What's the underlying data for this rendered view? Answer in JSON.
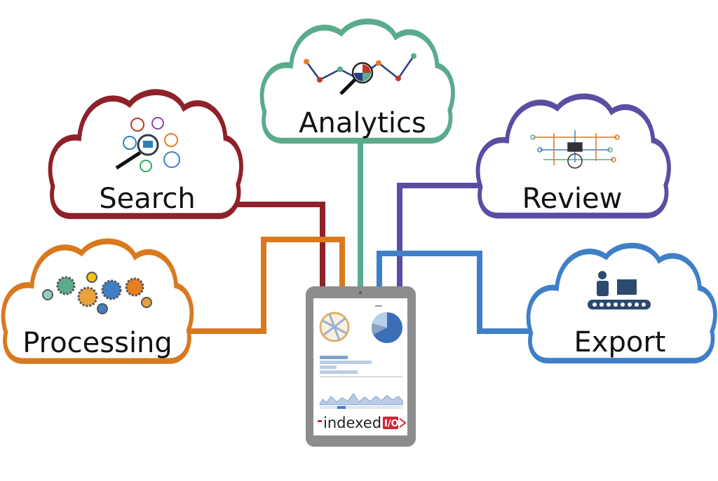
{
  "colors": {
    "search": "#8e2129",
    "analytics": "#5aab8c",
    "review": "#5a4ea3",
    "processing": "#d9791e",
    "export": "#3f7fc7",
    "tablet": "#8c8c8c",
    "brand_red": "#d12631"
  },
  "clouds": {
    "search": {
      "label": "Search",
      "icon": "magnifier-network-icon"
    },
    "analytics": {
      "label": "Analytics",
      "icon": "magnifier-pie-chart-icon"
    },
    "review": {
      "label": "Review",
      "icon": "flow-network-icon"
    },
    "processing": {
      "label": "Processing",
      "icon": "gears-icon"
    },
    "export": {
      "label": "Export",
      "icon": "conveyor-belt-icon"
    }
  },
  "tablet": {
    "brand_name": "indexed",
    "brand_badge": "I/O",
    "screen": "analytics-dashboard"
  }
}
